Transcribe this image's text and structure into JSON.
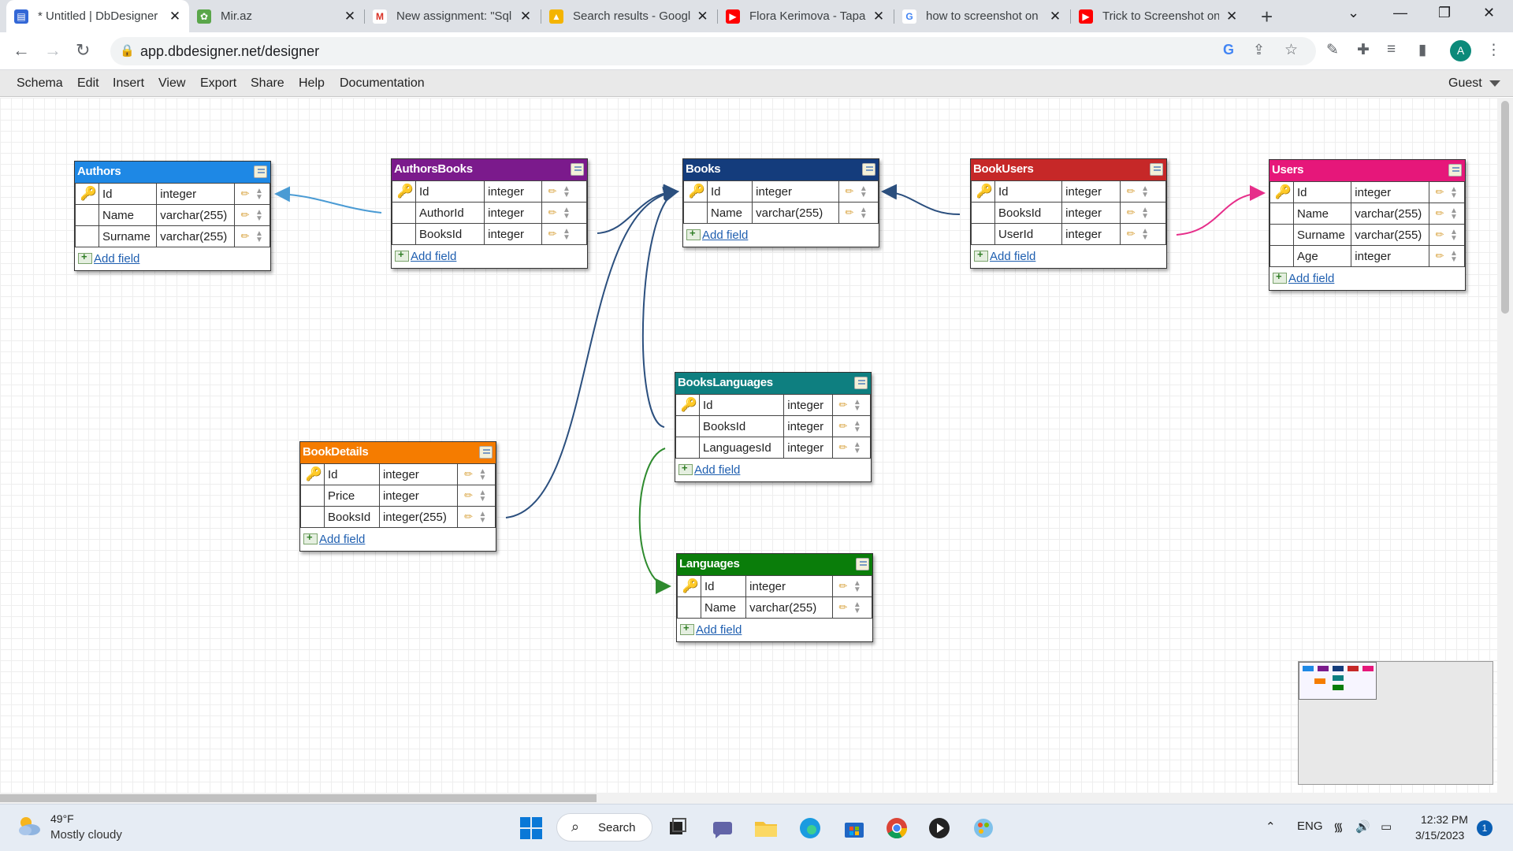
{
  "browser": {
    "tabs": [
      {
        "title": "* Untitled | DbDesigner",
        "icon": "dbdesigner-icon",
        "color": "#3367d6",
        "active": true
      },
      {
        "title": "Mir.az",
        "icon": "mir-icon",
        "color": "#5aa64a"
      },
      {
        "title": "New assignment: \"Sql",
        "icon": "gmail-icon",
        "color": "#d93025"
      },
      {
        "title": "Search results - Google",
        "icon": "drive-icon",
        "color": "#f4b400"
      },
      {
        "title": "Flora Kerimova - Tapa",
        "icon": "youtube-icon",
        "color": "#ff0000"
      },
      {
        "title": "how to screenshot on",
        "icon": "google-icon",
        "color": "#4285f4"
      },
      {
        "title": "Trick to Screenshot on",
        "icon": "youtube-icon",
        "color": "#ff0000"
      }
    ],
    "new_tab": "+",
    "url": "app.dbdesigner.net/designer",
    "profile_initial": "A"
  },
  "menu": {
    "items": [
      "Schema",
      "Edit",
      "Insert",
      "View",
      "Export",
      "Share",
      "Help",
      "Documentation"
    ],
    "user": "Guest"
  },
  "add_field_label": "Add field",
  "tables": {
    "authors": {
      "name": "Authors",
      "color": "#1e88e5",
      "fields": [
        {
          "name": "Id",
          "type": "integer",
          "pk": true
        },
        {
          "name": "Name",
          "type": "varchar(255)"
        },
        {
          "name": "Surname",
          "type": "varchar(255)"
        }
      ]
    },
    "authorsbooks": {
      "name": "AuthorsBooks",
      "color": "#7b1a8c",
      "fields": [
        {
          "name": "Id",
          "type": "integer",
          "pk": true
        },
        {
          "name": "AuthorId",
          "type": "integer"
        },
        {
          "name": "BooksId",
          "type": "integer"
        }
      ]
    },
    "books": {
      "name": "Books",
      "color": "#143c7c",
      "fields": [
        {
          "name": "Id",
          "type": "integer",
          "pk": true
        },
        {
          "name": "Name",
          "type": "varchar(255)"
        }
      ]
    },
    "bookusers": {
      "name": "BookUsers",
      "color": "#c62828",
      "fields": [
        {
          "name": "Id",
          "type": "integer",
          "pk": true
        },
        {
          "name": "BooksId",
          "type": "integer"
        },
        {
          "name": "UserId",
          "type": "integer"
        }
      ]
    },
    "users": {
      "name": "Users",
      "color": "#e6177a",
      "fields": [
        {
          "name": "Id",
          "type": "integer",
          "pk": true
        },
        {
          "name": "Name",
          "type": "varchar(255)"
        },
        {
          "name": "Surname",
          "type": "varchar(255)"
        },
        {
          "name": "Age",
          "type": "integer"
        }
      ]
    },
    "bookslanguages": {
      "name": "BooksLanguages",
      "color": "#0e7f80",
      "fields": [
        {
          "name": "Id",
          "type": "integer",
          "pk": true
        },
        {
          "name": "BooksId",
          "type": "integer"
        },
        {
          "name": "LanguagesId",
          "type": "integer"
        }
      ]
    },
    "bookdetails": {
      "name": "BookDetails",
      "color": "#f57c00",
      "fields": [
        {
          "name": "Id",
          "type": "integer",
          "pk": true
        },
        {
          "name": "Price",
          "type": "integer"
        },
        {
          "name": "BooksId",
          "type": "integer(255)"
        }
      ]
    },
    "languages": {
      "name": "Languages",
      "color": "#0a7d0a",
      "fields": [
        {
          "name": "Id",
          "type": "integer",
          "pk": true
        },
        {
          "name": "Name",
          "type": "varchar(255)"
        }
      ]
    }
  },
  "taskbar": {
    "temperature": "49°F",
    "weather": "Mostly cloudy",
    "search_label": "Search",
    "language": "ENG",
    "time": "12:32 PM",
    "date": "3/15/2023",
    "notifications": "1"
  }
}
